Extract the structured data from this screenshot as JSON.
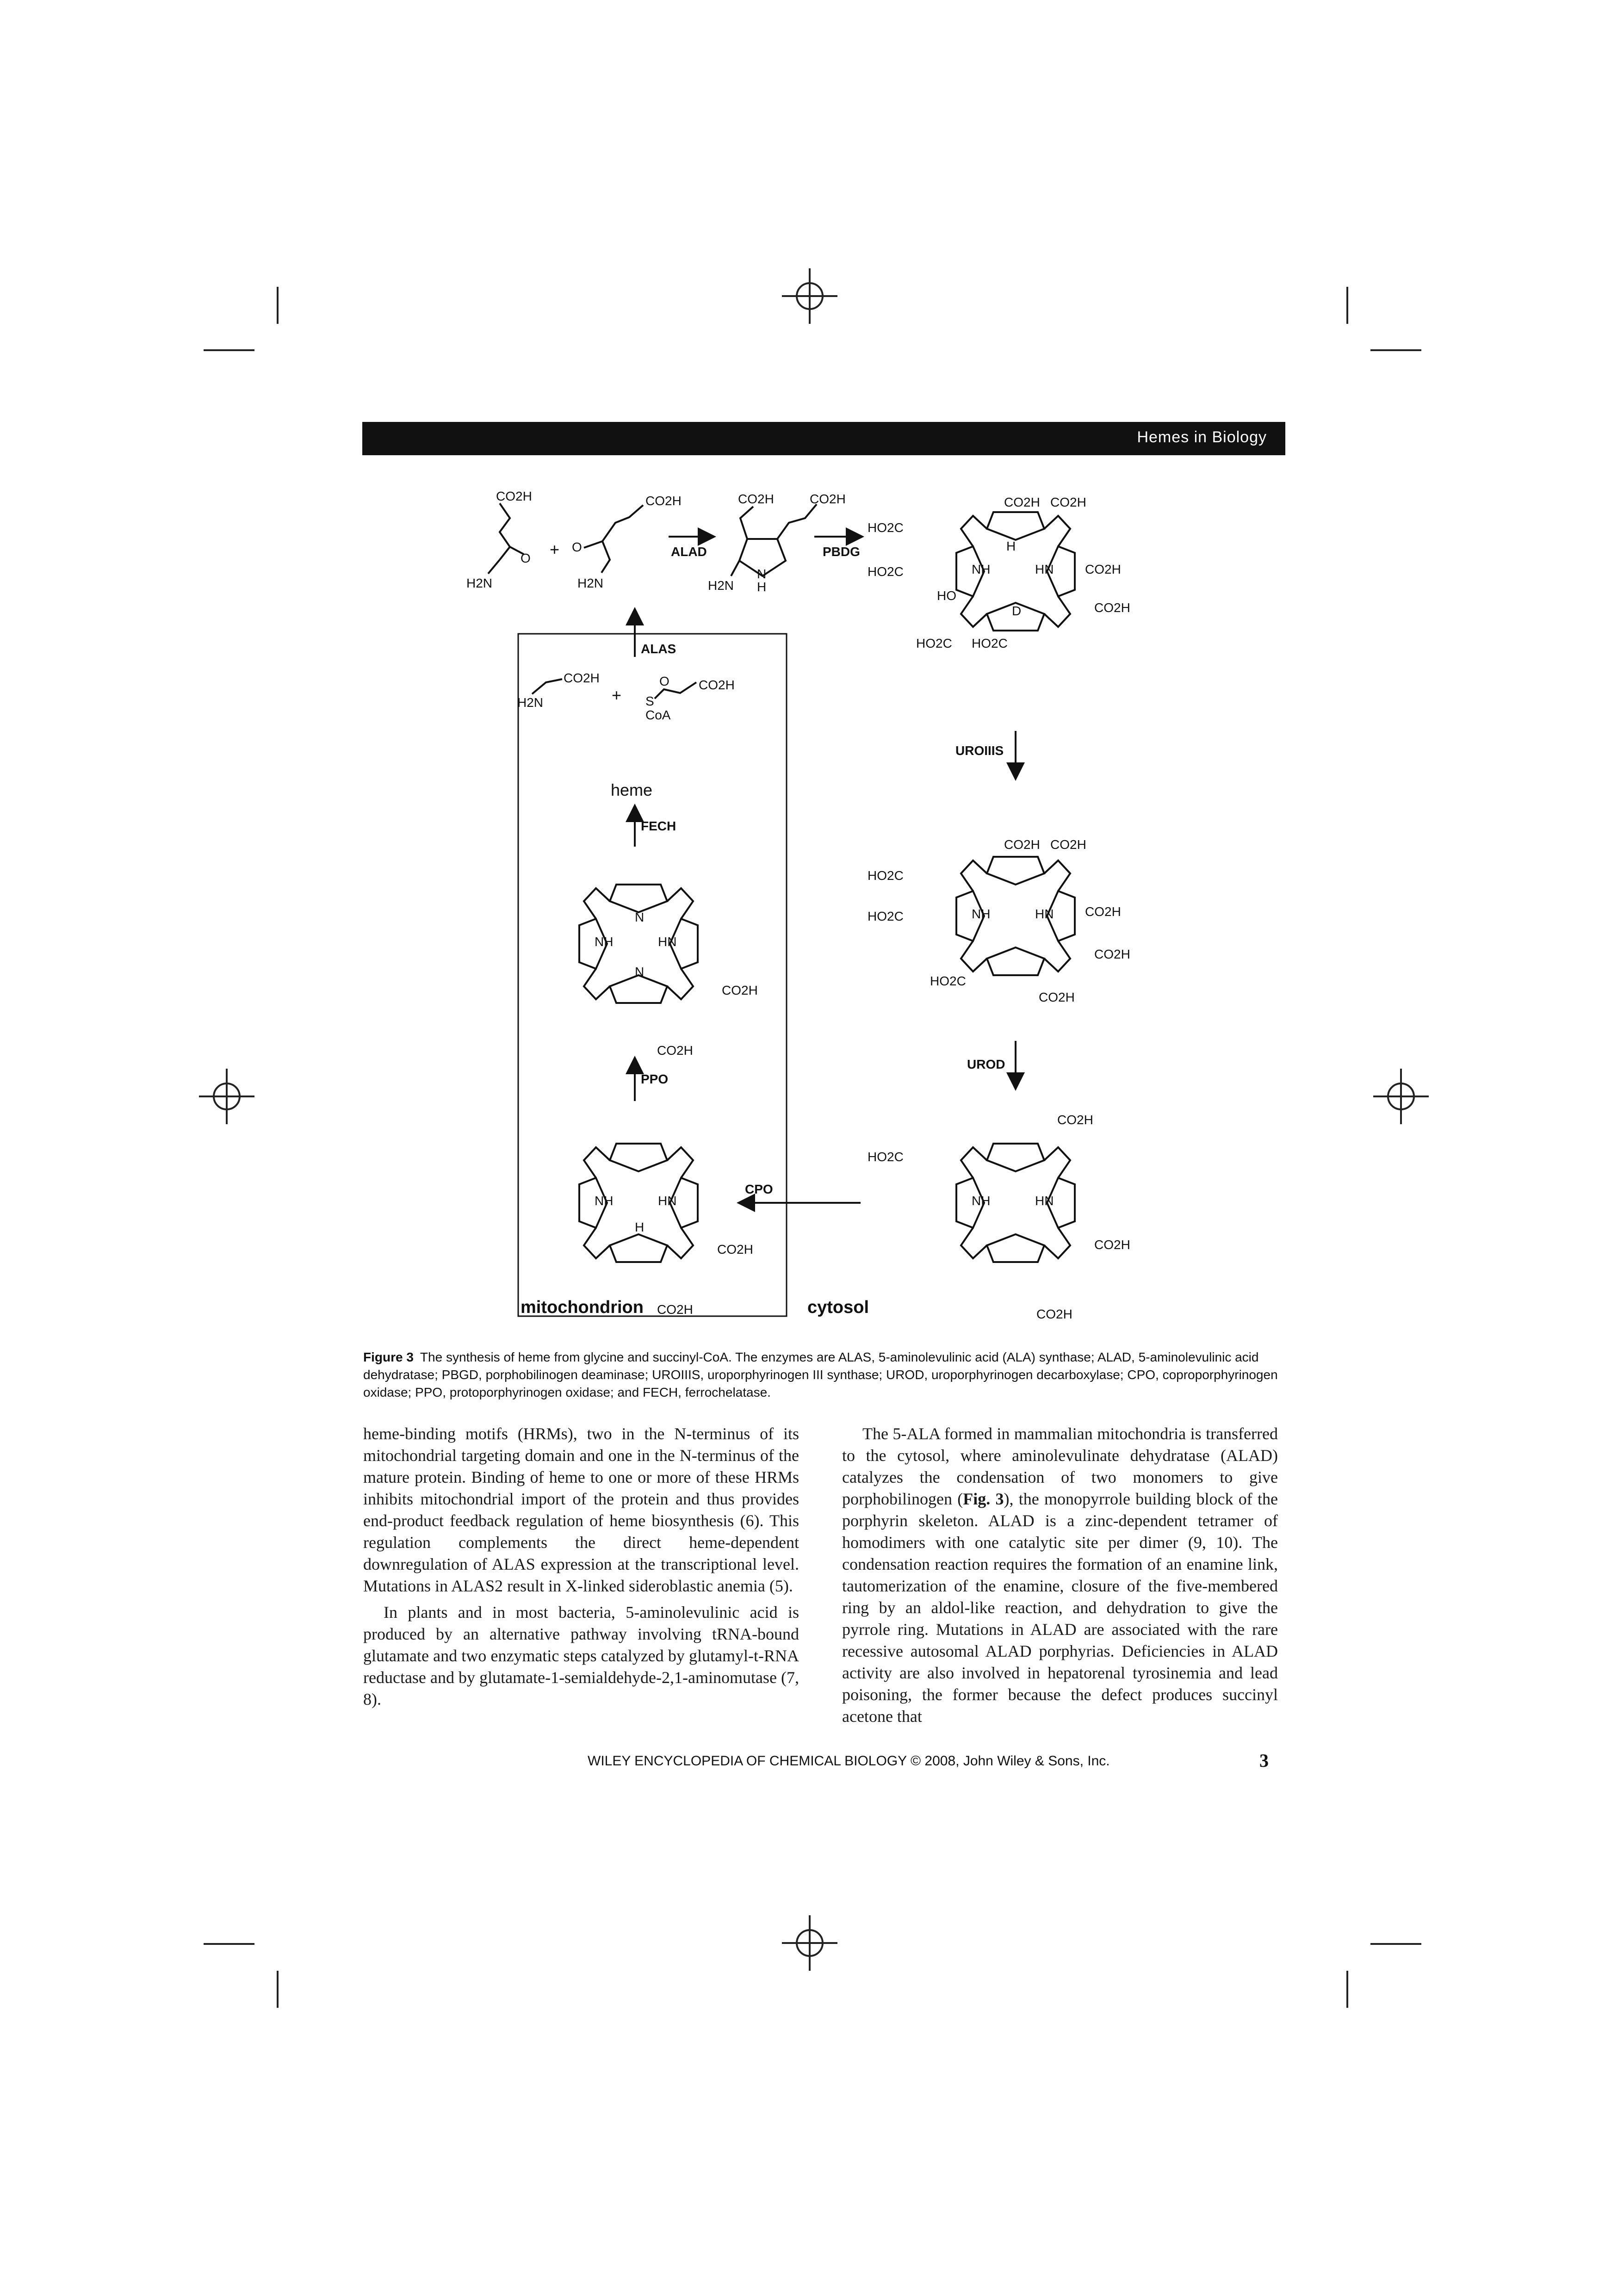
{
  "header": {
    "running_title": "Hemes in Biology"
  },
  "figure": {
    "enzymes": {
      "ala_d": "ALAD",
      "pbdg": "PBDG",
      "alas": "ALAS",
      "uroiiis": "UROIIIS",
      "urod": "UROD",
      "cpo": "CPO",
      "ppo": "PPO",
      "fech": "FECH"
    },
    "compartments": {
      "mito": "mitochondrion",
      "cyto": "cytosol"
    },
    "labels": {
      "heme": "heme",
      "co2h": "CO2H",
      "ho2c": "HO2C",
      "h2n": "H2N",
      "nh": "NH",
      "hn": "HN",
      "n": "N",
      "h": "H",
      "o": "O",
      "s": "S",
      "coa": "CoA",
      "ho": "HO",
      "ring_d": "D",
      "plus": "+"
    }
  },
  "caption": {
    "label": "Figure 3",
    "text": "The synthesis of heme from glycine and succinyl-CoA. The enzymes are ALAS, 5-aminolevulinic acid (ALA) synthase; ALAD, 5-aminolevulinic acid dehydratase; PBGD, porphobilinogen deaminase; UROIIIS, uroporphyrinogen III synthase; UROD, uroporphyrinogen decarboxylase; CPO, coproporphyrinogen oxidase; PPO, protoporphyrinogen oxidase; and FECH, ferrochelatase."
  },
  "body": {
    "left_p1": "heme-binding motifs (HRMs), two in the N-terminus of its mitochondrial targeting domain and one in the N-terminus of the mature protein. Binding of heme to one or more of these HRMs inhibits mitochondrial import of the protein and thus provides end-product feedback regulation of heme biosynthesis (6). This regulation complements the direct heme-dependent downregulation of ALAS expression at the transcriptional level. Mutations in ALAS2 result in X-linked sideroblastic anemia (5).",
    "left_p2": "In plants and in most bacteria, 5-aminolevulinic acid is produced by an alternative pathway involving tRNA-bound glutamate and two enzymatic steps catalyzed by glutamyl-t-RNA reductase and by glutamate-1-semialdehyde-2,1-aminomutase (7, 8).",
    "right_p1_a": "The 5-ALA formed in mammalian mitochondria is transferred to the cytosol, where aminolevulinate dehydratase (ALAD) catalyzes the condensation of two monomers to give porphobilinogen (",
    "right_p1_ref": "Fig. 3",
    "right_p1_b": "), the monopyrrole building block of the porphyrin skeleton. ALAD is a zinc-dependent tetramer of homodimers with one catalytic site per dimer (9, 10). The condensation reaction requires the formation of an enamine link, tautomerization of the enamine, closure of the five-membered ring by an aldol-like reaction, and dehydration to give the pyrrole ring. Mutations in ALAD are associated with the rare recessive autosomal ALAD porphyrias. Deficiencies in ALAD activity are also involved in hepatorenal tyrosinemia and lead poisoning, the former because the defect produces succinyl acetone that"
  },
  "footer": {
    "text": "WILEY ENCYCLOPEDIA OF CHEMICAL BIOLOGY © 2008, John Wiley & Sons, Inc.",
    "page": "3"
  }
}
